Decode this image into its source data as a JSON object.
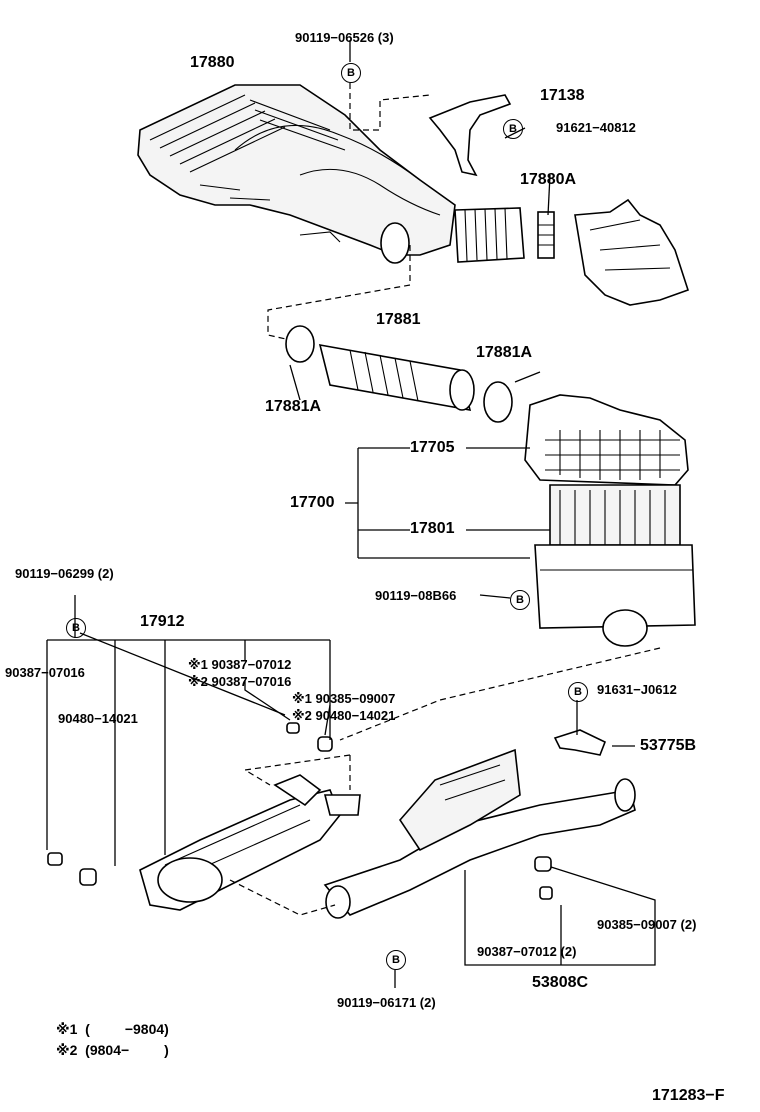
{
  "labels": {
    "p90119_06526": "90119−06526 (3)",
    "p17880": "17880",
    "p17138": "17138",
    "p91621_40812": "91621−40812",
    "p17880A": "17880A",
    "p17881": "17881",
    "p17881A_right": "17881A",
    "p17881A_left": "17881A",
    "p17705": "17705",
    "p17700": "17700",
    "p17801": "17801",
    "p90119_08B66": "90119−08B66",
    "p90119_06299": "90119−06299 (2)",
    "p17912": "17912",
    "p90387_07016": "90387−07016",
    "p90480_14021": "90480−14021",
    "star1_90387_07012": "※1 90387−07012",
    "star2_90387_07016": "※2 90387−07016",
    "star1_90385_09007": "※1 90385−09007",
    "star2_90480_14021": "※2 90480−14021",
    "p91631_J0612": "91631−J0612",
    "p53775B": "53775B",
    "p90385_09007": "90385−09007 (2)",
    "p90387_07012": "90387−07012 (2)",
    "p53808C": "53808C",
    "p90119_06171": "90119−06171 (2)"
  },
  "bolt_symbol": "B",
  "footnotes": {
    "note1": "※1  (         −9804)",
    "note2": "※2  (9804−         )"
  },
  "diagram_id": "171283−F"
}
